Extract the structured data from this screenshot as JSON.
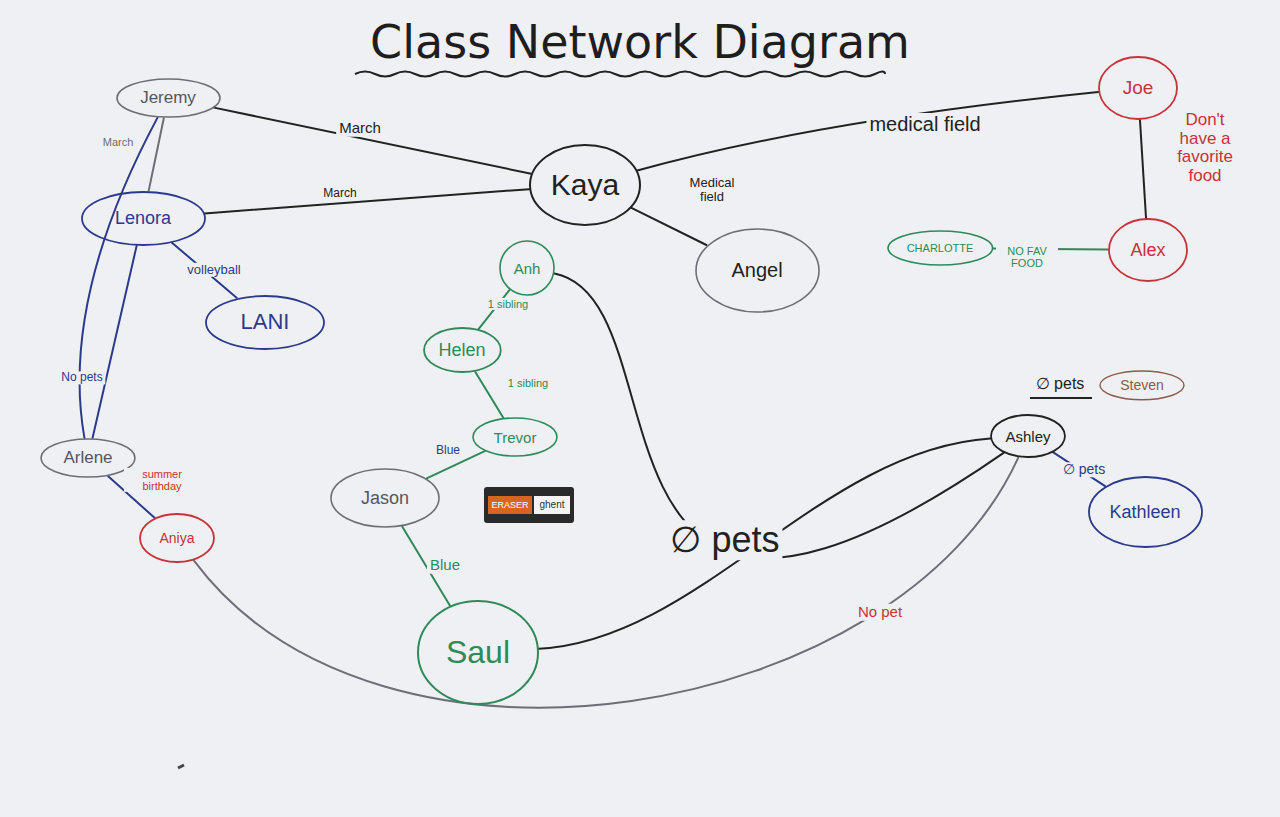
{
  "diagram": {
    "title": "Class Network Diagram",
    "nodes": [
      {
        "text": [
          "Jeremy"
        ]
      },
      {
        "text": [
          "Joe"
        ]
      },
      {
        "text": [
          "Kaya"
        ]
      },
      {
        "text": [
          "Lenora"
        ]
      },
      {
        "text": [
          "Alex"
        ]
      },
      {
        "text": [
          "CHARLOTTE"
        ]
      },
      {
        "text": [
          "Anh"
        ]
      },
      {
        "text": [
          "Angel"
        ]
      },
      {
        "text": [
          "LANI"
        ]
      },
      {
        "text": [
          "Helen"
        ]
      },
      {
        "text": [
          "Steven"
        ]
      },
      {
        "text": [
          "Ashley"
        ]
      },
      {
        "text": [
          "Arlene"
        ]
      },
      {
        "text": [
          "Trevor"
        ]
      },
      {
        "text": [
          "Jason"
        ]
      },
      {
        "text": [
          "Kathleen"
        ]
      },
      {
        "text": [
          "Aniya"
        ]
      },
      {
        "text": [
          "Saul"
        ]
      }
    ],
    "edges": [
      {
        "from": 0,
        "to": 2,
        "label": "March",
        "arrow": "none"
      },
      {
        "from": 0,
        "to": 3,
        "label": "March",
        "arrow": "none"
      },
      {
        "from": 3,
        "to": 2,
        "label": "March",
        "arrow": "none"
      },
      {
        "from": 2,
        "to": 1,
        "label": "medical field",
        "arrow": "none"
      },
      {
        "from": 2,
        "to": 7,
        "label": "Medical field",
        "arrow": "none"
      },
      {
        "from": 1,
        "to": 4,
        "label": "Don't have a favorite food",
        "arrow": "none"
      },
      {
        "from": 5,
        "to": 4,
        "label": "NO FAV FOOD",
        "arrow": "none"
      },
      {
        "from": 3,
        "to": 8,
        "label": "volleyball",
        "arrow": "none"
      },
      {
        "from": 0,
        "to": 12,
        "label": "No pets",
        "arrow": "none"
      },
      {
        "from": 3,
        "to": 12,
        "arrow": "none"
      },
      {
        "from": 12,
        "to": 16,
        "label": "summer birthday",
        "arrow": "none"
      },
      {
        "from": 16,
        "to": 11,
        "label": "No pet",
        "arrow": "none"
      },
      {
        "from": 6,
        "to": 9,
        "label": "1 sibling",
        "arrow": "none"
      },
      {
        "from": 9,
        "to": 13,
        "label": "1 sibling",
        "arrow": "none"
      },
      {
        "from": 13,
        "to": 14,
        "label": "Blue",
        "arrow": "none"
      },
      {
        "from": 14,
        "to": 17,
        "label": "Blue",
        "arrow": "none"
      },
      {
        "from": 6,
        "to": 11,
        "arrow": "none"
      },
      {
        "from": 17,
        "to": 11,
        "label": "∅ pets",
        "arrow": "none"
      },
      {
        "from": 11,
        "to": 15,
        "label": "∅ pets",
        "arrow": "none"
      }
    ],
    "labels": [
      "∅ pets",
      "ERASER",
      "ghent"
    ]
  }
}
